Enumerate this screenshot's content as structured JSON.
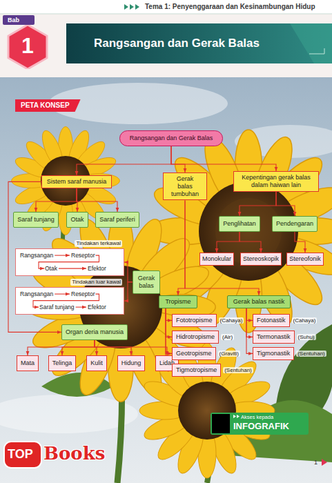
{
  "diagram": {
    "title": "Rangsangan dan Gerak Balas",
    "nodes": [
      {
        "text": [
          "Bab",
          "1"
        ]
      },
      {
        "text": [
          "PETA KONSEP"
        ]
      },
      {
        "text": [
          "Rangsangan dan Gerak Balas"
        ]
      },
      {
        "text": [
          "Sistem saraf manusia"
        ]
      },
      {
        "text": [
          "Gerak balas tumbuhan"
        ]
      },
      {
        "text": [
          "Kepentingan gerak balas dalam haiwan lain"
        ]
      },
      {
        "text": [
          "Saraf tunjang"
        ]
      },
      {
        "text": [
          "Otak"
        ]
      },
      {
        "text": [
          "Saraf periferi"
        ]
      },
      {
        "text": [
          "Tindakan terkawal"
        ]
      },
      {
        "text": [
          "Rangsangan"
        ],
        "in": 9
      },
      {
        "text": [
          "Reseptor"
        ],
        "in": 9
      },
      {
        "text": [
          "Otak"
        ],
        "in": 9
      },
      {
        "text": [
          "Efektor"
        ],
        "in": 9
      },
      {
        "text": [
          "Gerak balas"
        ]
      },
      {
        "text": [
          "Tindakan luar kawal"
        ]
      },
      {
        "text": [
          "Rangsangan"
        ],
        "in": 15
      },
      {
        "text": [
          "Reseptor"
        ],
        "in": 15
      },
      {
        "text": [
          "Saraf tunjang"
        ],
        "in": 15
      },
      {
        "text": [
          "Efektor"
        ],
        "in": 15
      },
      {
        "text": [
          "Organ deria manusia"
        ]
      },
      {
        "text": [
          "Mata"
        ]
      },
      {
        "text": [
          "Telinga"
        ]
      },
      {
        "text": [
          "Kulit"
        ]
      },
      {
        "text": [
          "Hidung"
        ]
      },
      {
        "text": [
          "Lidah"
        ]
      },
      {
        "text": [
          "Penglihatan"
        ]
      },
      {
        "text": [
          "Pendengaran"
        ]
      },
      {
        "text": [
          "Monokular"
        ]
      },
      {
        "text": [
          "Stereoskopik"
        ]
      },
      {
        "text": [
          "Stereofonik"
        ]
      },
      {
        "text": [
          "Tropisme"
        ]
      },
      {
        "text": [
          "Gerak balas nastik"
        ]
      },
      {
        "text": [
          "Fototropisme"
        ]
      },
      {
        "text": [
          "Hidrotropisme"
        ]
      },
      {
        "text": [
          "Geotropisme"
        ]
      },
      {
        "text": [
          "Tigmotropisme"
        ]
      },
      {
        "text": [
          "Fotonastik"
        ]
      },
      {
        "text": [
          "Termonastik"
        ]
      },
      {
        "text": [
          "Tigmonastik"
        ]
      },
      {
        "text": [
          "Akses kepada",
          "INFOGRAFIK"
        ]
      }
    ],
    "edges": [
      {
        "from": 2,
        "to": 3,
        "arrow": "to"
      },
      {
        "from": 2,
        "to": 4,
        "arrow": "to"
      },
      {
        "from": 2,
        "to": 5,
        "arrow": "to"
      },
      {
        "from": 3,
        "to": 6,
        "arrow": "to"
      },
      {
        "from": 3,
        "to": 7,
        "arrow": "to"
      },
      {
        "from": 3,
        "to": 8,
        "arrow": "to"
      },
      {
        "from": 3,
        "to": 20,
        "arrow": "to"
      },
      {
        "from": 10,
        "to": 11,
        "arrow": "to"
      },
      {
        "from": 11,
        "to": 12,
        "arrow": "to"
      },
      {
        "from": 12,
        "to": 13,
        "arrow": "to"
      },
      {
        "from": 14,
        "to": 9,
        "arrow": "to"
      },
      {
        "from": 14,
        "to": 15,
        "arrow": "to"
      },
      {
        "from": 16,
        "to": 17,
        "arrow": "to"
      },
      {
        "from": 17,
        "to": 18,
        "arrow": "to"
      },
      {
        "from": 18,
        "to": 19,
        "arrow": "to"
      },
      {
        "from": 20,
        "to": 21,
        "arrow": "to"
      },
      {
        "from": 20,
        "to": 22,
        "arrow": "to"
      },
      {
        "from": 20,
        "to": 23,
        "arrow": "to"
      },
      {
        "from": 20,
        "to": 24,
        "arrow": "to"
      },
      {
        "from": 20,
        "to": 25,
        "arrow": "to"
      },
      {
        "from": 5,
        "to": 26,
        "arrow": "to"
      },
      {
        "from": 5,
        "to": 27,
        "arrow": "to"
      },
      {
        "from": 26,
        "to": 28,
        "arrow": "to"
      },
      {
        "from": 26,
        "to": 29,
        "arrow": "to"
      },
      {
        "from": 27,
        "to": 30,
        "arrow": "to"
      },
      {
        "from": 4,
        "to": 31,
        "arrow": "to"
      },
      {
        "from": 4,
        "to": 32,
        "arrow": "to"
      },
      {
        "from": 31,
        "to": 33,
        "arrow": "to"
      },
      {
        "from": 31,
        "to": 34,
        "arrow": "to"
      },
      {
        "from": 31,
        "to": 35,
        "arrow": "to"
      },
      {
        "from": 31,
        "to": 36,
        "arrow": "to"
      },
      {
        "from": 32,
        "to": 37,
        "arrow": "to"
      },
      {
        "from": 32,
        "to": 38,
        "arrow": "to"
      },
      {
        "from": 32,
        "to": 39,
        "arrow": "to"
      }
    ],
    "labels": [
      "Tema 1: Penyenggaraan dan Kesinambungan Hidup",
      "(Cahaya)",
      "(Air)",
      "(Graviti)",
      "(Sentuhan)",
      "(Cahaya)",
      "(Suhu)",
      "(Sentuhan)",
      "TOP",
      "Books",
      "1"
    ]
  }
}
